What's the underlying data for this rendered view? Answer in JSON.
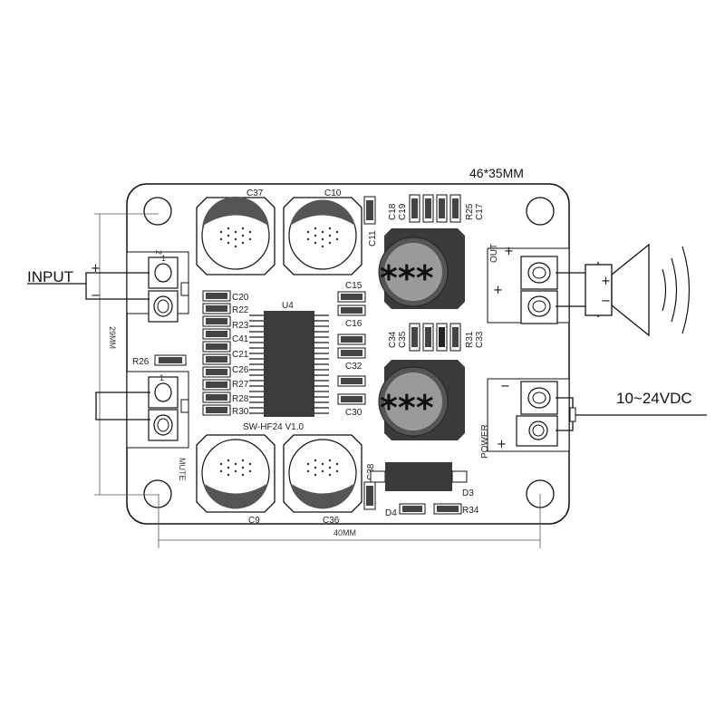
{
  "board": {
    "size_label": "46*35MM",
    "model_label": "SW-HF24 V1.0",
    "chip_label": "U4",
    "width_label": "40MM",
    "height_label": "29MM"
  },
  "input": {
    "label": "INPUT",
    "plus": "+",
    "minus": "−",
    "pin1": "1",
    "pin2": "2"
  },
  "mute": {
    "label": "MUTE",
    "pin": "1",
    "resistor": "R26"
  },
  "output": {
    "label": "OUT",
    "plus_a": "+",
    "plus_b": "+",
    "speaker_plus": "+",
    "speaker_minus": "−"
  },
  "power": {
    "label": "POWER",
    "voltage": "10~24VDC",
    "minus": "−",
    "plus": "+"
  },
  "inductors": {
    "top_marking": "***",
    "bottom_marking": "***"
  },
  "components": {
    "c37": "C37",
    "c10": "C10",
    "c11": "C11",
    "c18": "C18",
    "c19": "C19",
    "r25": "R25",
    "c17": "C17",
    "c15": "C15",
    "c16": "C16",
    "c34": "C34",
    "c35": "C35",
    "r31": "R31",
    "c33": "C33",
    "c32": "C32",
    "c30": "C30",
    "c9": "C9",
    "c36": "C36",
    "c38": "C38",
    "d3": "D3",
    "d4": "D4",
    "r34": "R34"
  },
  "left_column": [
    "C20",
    "R22",
    "R23",
    "C41",
    "C21",
    "C26",
    "R27",
    "R28",
    "R30"
  ]
}
